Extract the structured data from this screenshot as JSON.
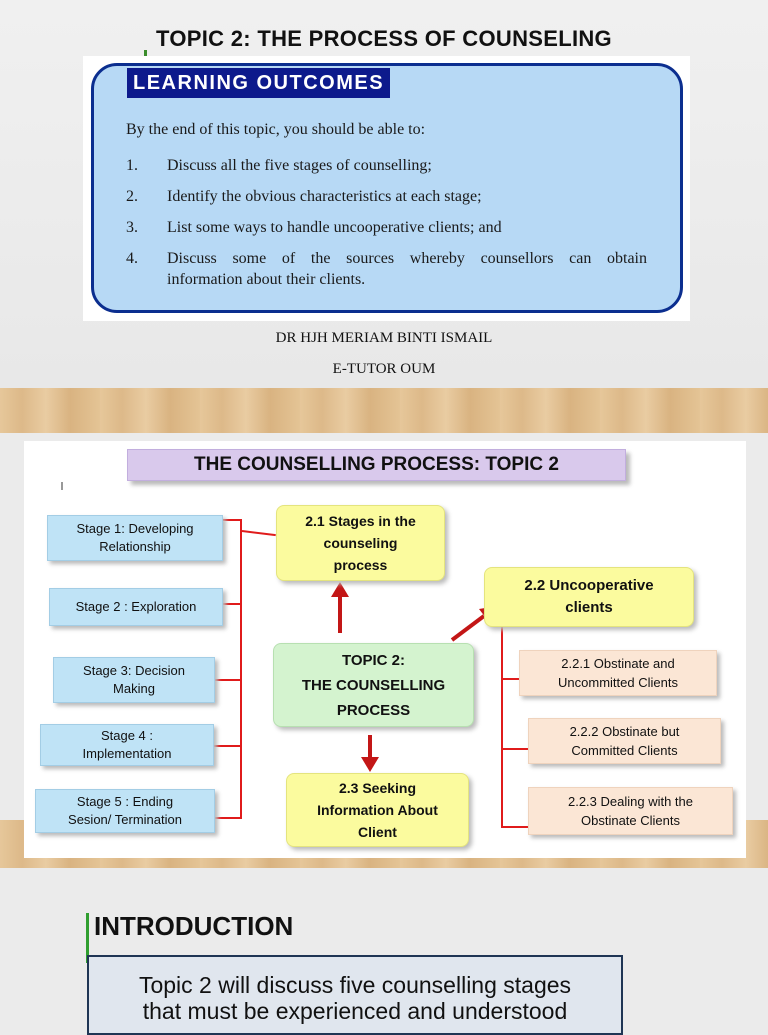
{
  "slide1": {
    "title": "TOPIC 2:  THE PROCESS OF COUNSELING",
    "lo_heading": "LEARNING OUTCOMES",
    "lo_intro": "By the end of this topic, you should be able to:",
    "outcomes": [
      {
        "num": "1.",
        "text": "Discuss all the five stages of counselling;"
      },
      {
        "num": "2.",
        "text": "Identify the obvious characteristics at each stage;"
      },
      {
        "num": "3.",
        "text": "List some ways to handle uncooperative clients; and"
      },
      {
        "num": "4.",
        "text_line1": "Discuss some of the sources whereby counsellors can obtain",
        "text_line2": "information about their clients."
      }
    ],
    "author": "DR HJH MERIAM BINTI ISMAIL",
    "affiliation": "E-TUTOR OUM"
  },
  "slide2": {
    "banner": "THE  COUNSELLING PROCESS:  TOPIC 2",
    "stages": [
      {
        "l1": "Stage 1: Developing",
        "l2": "Relationship"
      },
      {
        "l1": "Stage 2 : Exploration",
        "l2": ""
      },
      {
        "l1": "Stage 3: Decision",
        "l2": "Making"
      },
      {
        "l1": "Stage 4 :",
        "l2": "Implementation"
      },
      {
        "l1": "Stage 5   : Ending",
        "l2": "Sesion/ Termination"
      }
    ],
    "box_21": {
      "l1": "2.1  Stages in the",
      "l2": "counseling",
      "l3": "process"
    },
    "box_22": {
      "l1": "2.2   Uncooperative",
      "l2": "clients"
    },
    "box_23": {
      "l1": "2.3   Seeking",
      "l2": "Information About",
      "l3": "Client"
    },
    "center": {
      "l1": "TOPIC 2:",
      "l2": "THE COUNSELLING",
      "l3": "PROCESS"
    },
    "sub_22": [
      {
        "l1": "2.2.1  Obstinate and",
        "l2": "Uncommitted Clients"
      },
      {
        "l1": "2.2.2  Obstinate but",
        "l2": "Committed Clients"
      },
      {
        "l1": "2.2.3 Dealing with the",
        "l2": "Obstinate Clients"
      }
    ]
  },
  "slide3": {
    "heading": "INTRODUCTION",
    "text_l1": "Topic 2 will discuss five counselling stages",
    "text_l2": "that must be experienced and understood"
  }
}
